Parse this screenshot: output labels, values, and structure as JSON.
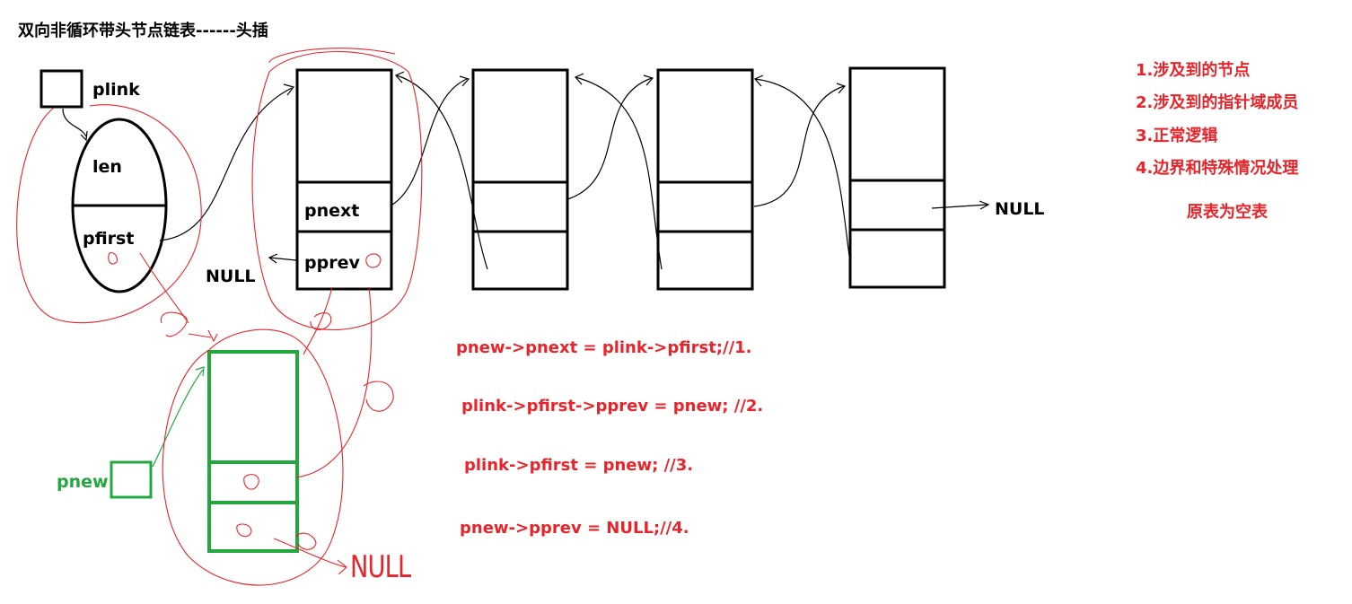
{
  "title": "双向非循环带头节点链表------头插",
  "head": {
    "pointer_label": "plink",
    "len_label": "len",
    "pfirst_label": "pfirst"
  },
  "node": {
    "pnext_label": "pnext",
    "pprev_label": "pprev"
  },
  "null_labels": {
    "left": "NULL",
    "right": "NULL",
    "handwritten": "NULL"
  },
  "new_node": {
    "pointer_label": "pnew"
  },
  "code_lines": [
    "pnew->pnext = plink->pfirst;//1.",
    "plink->pfirst->pprev = pnew; //2.",
    "plink->pfirst = pnew; //3.",
    "pnew->pprev = NULL;//4."
  ],
  "notes": [
    "1.涉及到的节点",
    "2.涉及到的指针域成员",
    "3.正常逻辑",
    "4.边界和特殊情况处理"
  ],
  "note_empty": "原表为空表",
  "colors": {
    "ink": "#000000",
    "red": "#e8242a",
    "green": "#22a83f"
  }
}
